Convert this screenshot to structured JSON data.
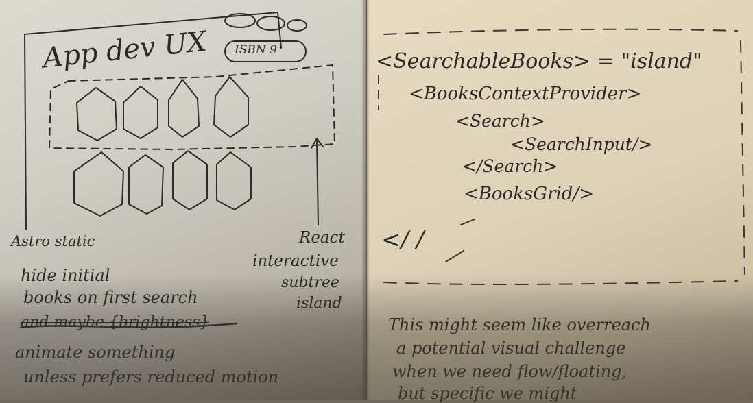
{
  "left_page": {
    "title": "App dev UX",
    "search_box": "ISBN 9",
    "left_label": "Astro static",
    "right_label_lines": [
      "React",
      "interactive",
      "subtree",
      "island"
    ],
    "notes": [
      "hide initial",
      "books on first search",
      "and maybe {brightness}",
      "animate something",
      "unless prefers reduced motion"
    ]
  },
  "right_page": {
    "code_lines": [
      "<SearchableBooks> = \"island\"",
      "<BooksContextProvider>",
      "<Search>",
      "<SearchInput/>",
      "</Search>",
      "<BooksGrid/>",
      "</ /"
    ],
    "paragraph_lines": [
      "This might seem like overreach",
      "a potential visual challenge",
      "when we need flow/floating,",
      "but specific we might"
    ]
  }
}
